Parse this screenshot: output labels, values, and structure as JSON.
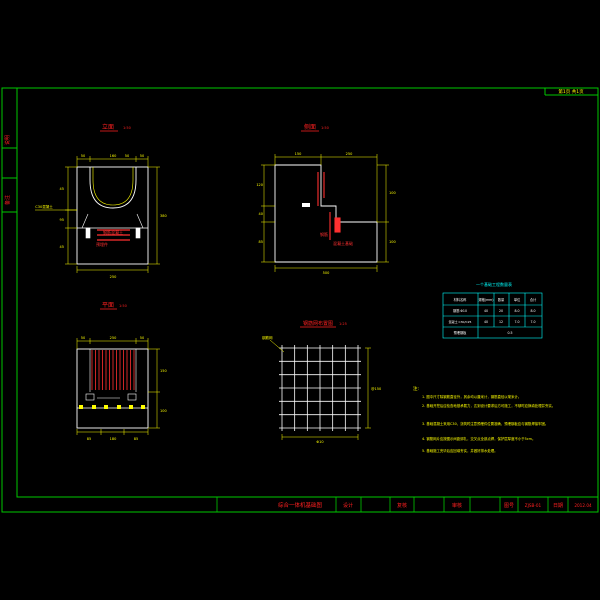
{
  "drawing": {
    "background": "#000000",
    "colors": {
      "frame": "#00c800",
      "outline": "#ffffff",
      "dimension": "#ffff00",
      "title_text": "#ff2020",
      "rebar": "#ff3030",
      "table_cyan": "#00ffff",
      "note_text": "#ffff00"
    },
    "top_right_tag": "第1页 共1页",
    "left_strip_labels": [
      "说明",
      "备注"
    ],
    "views": {
      "elevation": {
        "title": "立面",
        "scale": "1:50"
      },
      "side": {
        "title": "侧面",
        "scale": "1:50"
      },
      "plan": {
        "title": "平面",
        "scale": "1:50"
      },
      "mesh": {
        "title": "钢筋网布置图",
        "scale": "1:25"
      }
    },
    "elevation_dims": {
      "top": [
        "50",
        "160",
        "50",
        "50"
      ],
      "left": [
        "45",
        "95",
        "45"
      ],
      "right_top": "380",
      "bottom_mid": "250",
      "left_label": "C30混凝土",
      "inner_label_1": "钢筋混凝土",
      "inner_label_2": "预埋件"
    },
    "side_dims": {
      "top": [
        "150",
        "250"
      ],
      "bottom": "500",
      "left": [
        "120",
        "40",
        "85"
      ],
      "right": [
        "100",
        "100"
      ],
      "inner_label_1": "钢筋",
      "inner_label_2": "混凝土基础"
    },
    "plan_dims": {
      "top": [
        "50",
        "250",
        "50"
      ],
      "bottom": [
        "85",
        "180",
        "85"
      ],
      "right": [
        "150",
        "100"
      ]
    },
    "mesh_dims": {
      "bottom": "Φ10",
      "right": "@150",
      "callout": "钢筋网"
    },
    "quantity_table": {
      "title": "一个基础工程数量表",
      "headers": [
        "材料名称",
        "规格(mm)",
        "数量",
        "单位",
        "合计"
      ],
      "rows": [
        [
          "钢筋 Φ10",
          "40",
          "20",
          "8.0",
          "8.0"
        ],
        [
          "混凝土 C30/C25",
          "40",
          "12",
          "7.0",
          "7.0"
        ],
        [
          "预埋钢板",
          "",
          "0.5",
          "",
          ""
        ]
      ]
    },
    "notes": {
      "heading": "注:",
      "items": [
        "1. 图中尺寸除钢筋直径外，其余均以厘米计，钢筋直径以毫米计。",
        "2. 基础开挖后应检查地基承载力，达到设计要求后方可施工，不够时应换填处理并夯实。",
        "3. 基础混凝土采用C30，浇筑时注意预埋件位置准确，预埋钢板应与钢筋焊接牢固。",
        "4. 钢筋网片应按图示间距绑扎，交叉点全部点焊，保护层厚度不小于5cm。",
        "5. 基础施工完毕后应回填夯实，并做好排水处理。"
      ]
    },
    "title_block": {
      "drawing_name": "综合一体机基础图",
      "design": "设计",
      "review": "复核",
      "approve": "审核",
      "drawing_no_label": "图号",
      "drawing_no": "ZJSB-01",
      "date_label": "日期",
      "date": "2012.04"
    }
  }
}
